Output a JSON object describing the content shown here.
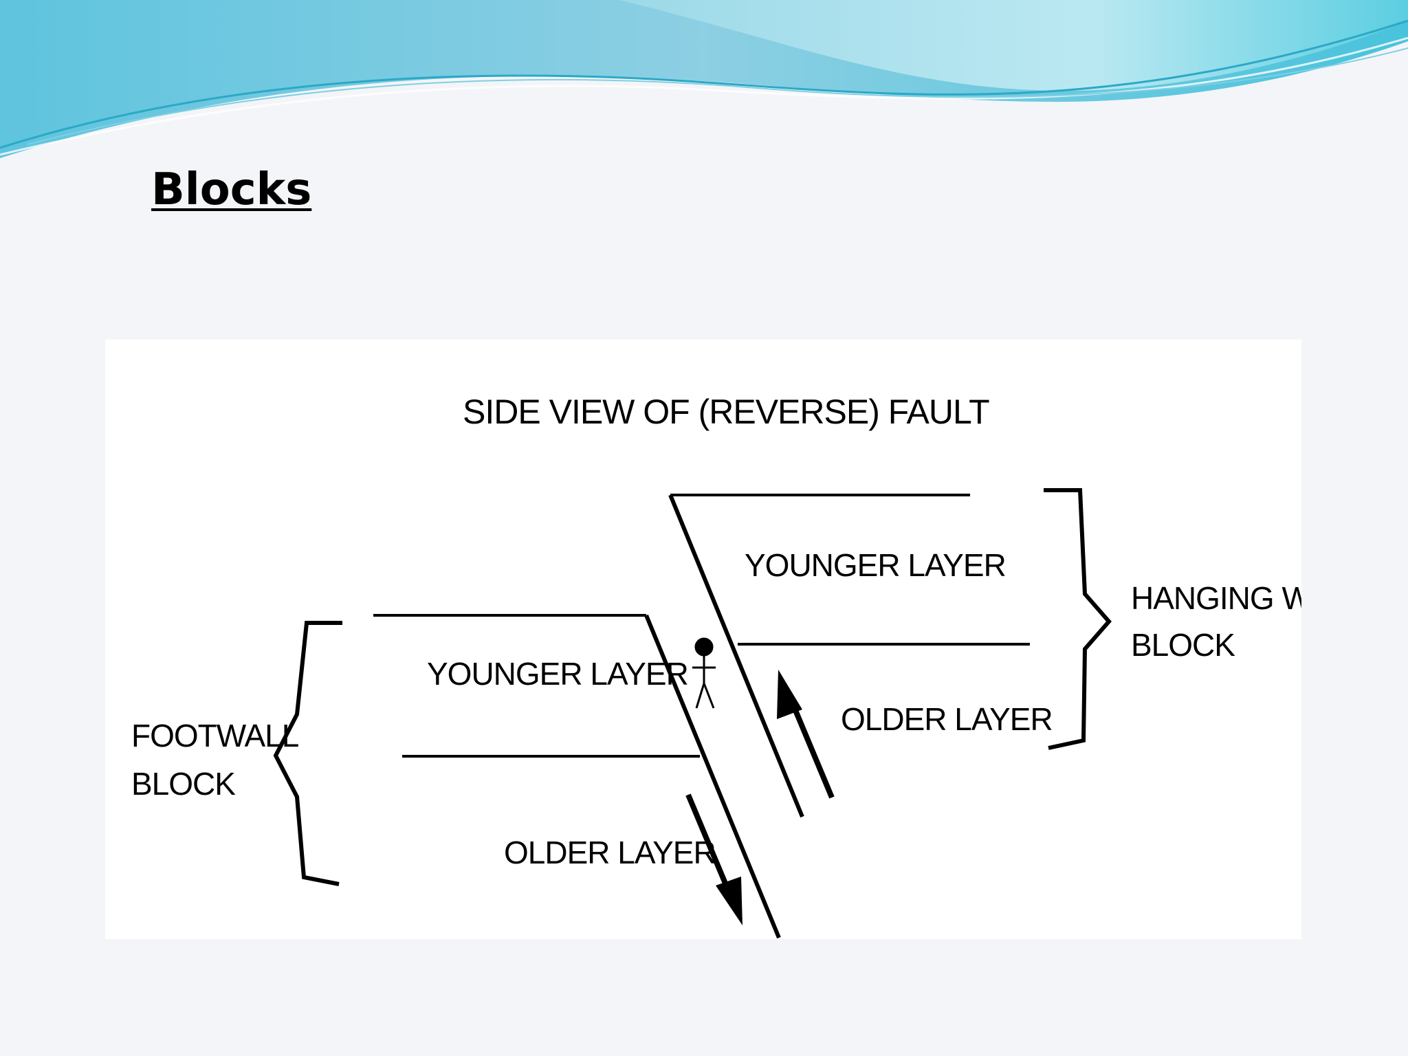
{
  "slide": {
    "title": "Blocks"
  },
  "colors": {
    "banner_dark": "#3ab9d8",
    "banner_light": "#bfe9f2",
    "background": "#f4f5f8",
    "diagram_ink": "#000000"
  },
  "diagram": {
    "title": "SIDE VIEW OF (REVERSE) FAULT",
    "footwall": {
      "label_line1": "FOOTWALL",
      "label_line2": "BLOCK",
      "younger_layer": "YOUNGER LAYER",
      "older_layer": "OLDER LAYER",
      "arrow_direction": "down"
    },
    "hanging_wall": {
      "label_line1": "HANGING WALL",
      "label_line2": "BLOCK",
      "younger_layer": "YOUNGER LAYER",
      "older_layer": "OLDER LAYER",
      "arrow_direction": "up"
    },
    "observer": "stick-figure"
  }
}
